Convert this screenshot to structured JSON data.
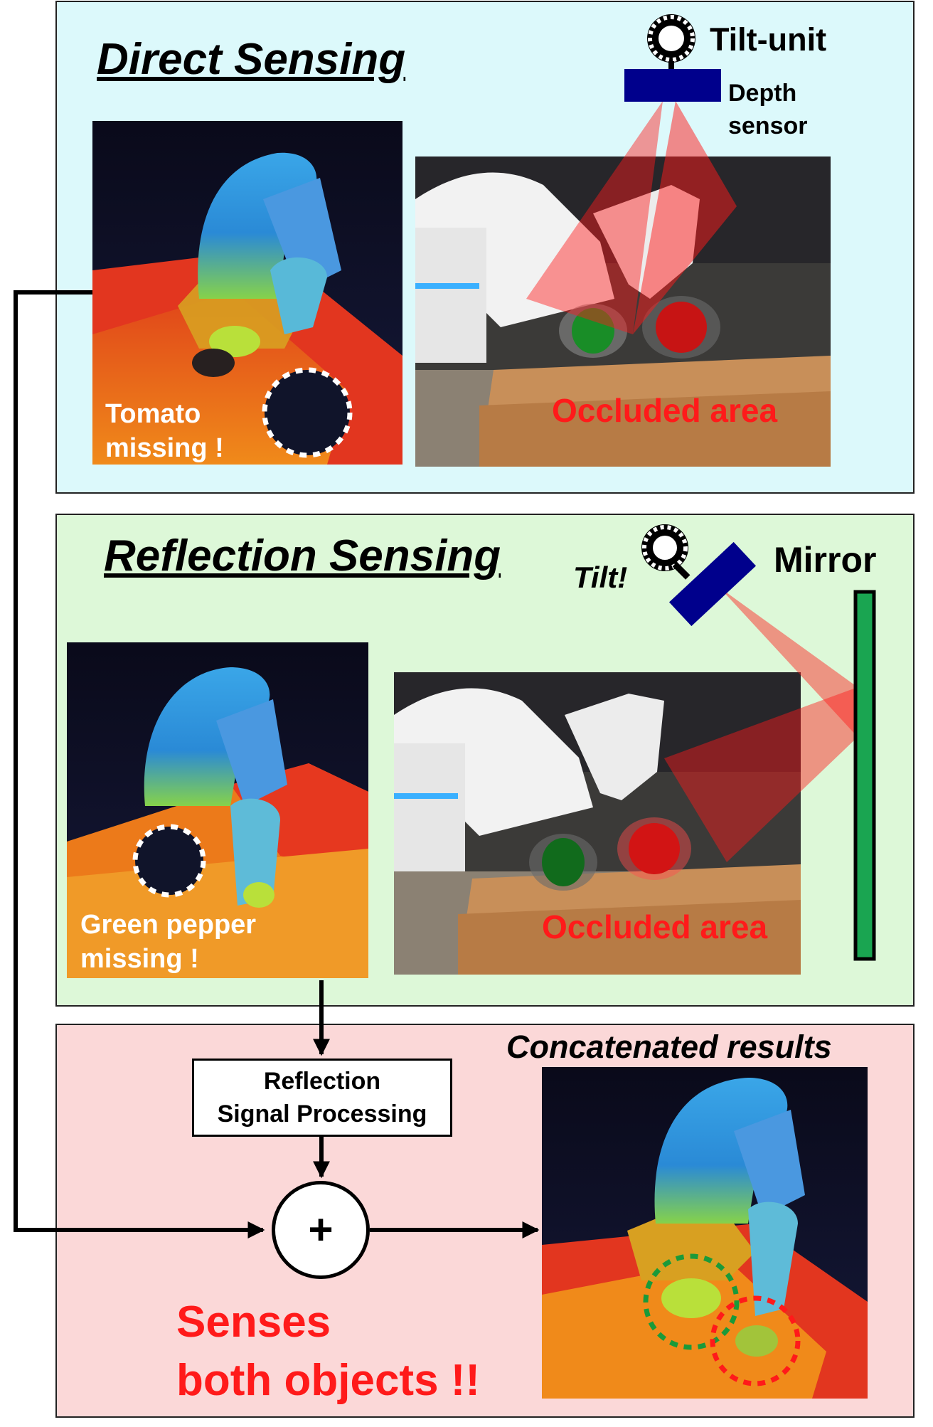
{
  "direct": {
    "title": "Direct Sensing",
    "tilt_unit_label": "Tilt-unit",
    "depth_sensor_label": "Depth\nsensor",
    "pointcloud_caption": "Tomato\nmissing !",
    "photo_caption": "Occluded area"
  },
  "reflection": {
    "title": "Reflection Sensing",
    "tilt_label": "Tilt!",
    "mirror_label": "Mirror",
    "pointcloud_caption": "Green pepper\nmissing !",
    "photo_caption": "Occluded area"
  },
  "result": {
    "processing_box": "Reflection\nSignal Processing",
    "plus_symbol": "+",
    "concat_title": "Concatenated results",
    "conclusion": "Senses\nboth objects !!"
  },
  "colors": {
    "direct_bg": "#dcf9fb",
    "reflection_bg": "#ddf8d8",
    "result_bg": "#fbd8d8",
    "sensor_blue": "#00008c",
    "mirror_green": "#1aa551",
    "beam_red": "#ff1a1a",
    "highlight_red": "#ff1a1a"
  },
  "icons": [
    "tilt-unit-ring-icon",
    "depth-sensor-bar-icon",
    "mirror-icon",
    "plus-node-icon",
    "arrow-icon"
  ]
}
